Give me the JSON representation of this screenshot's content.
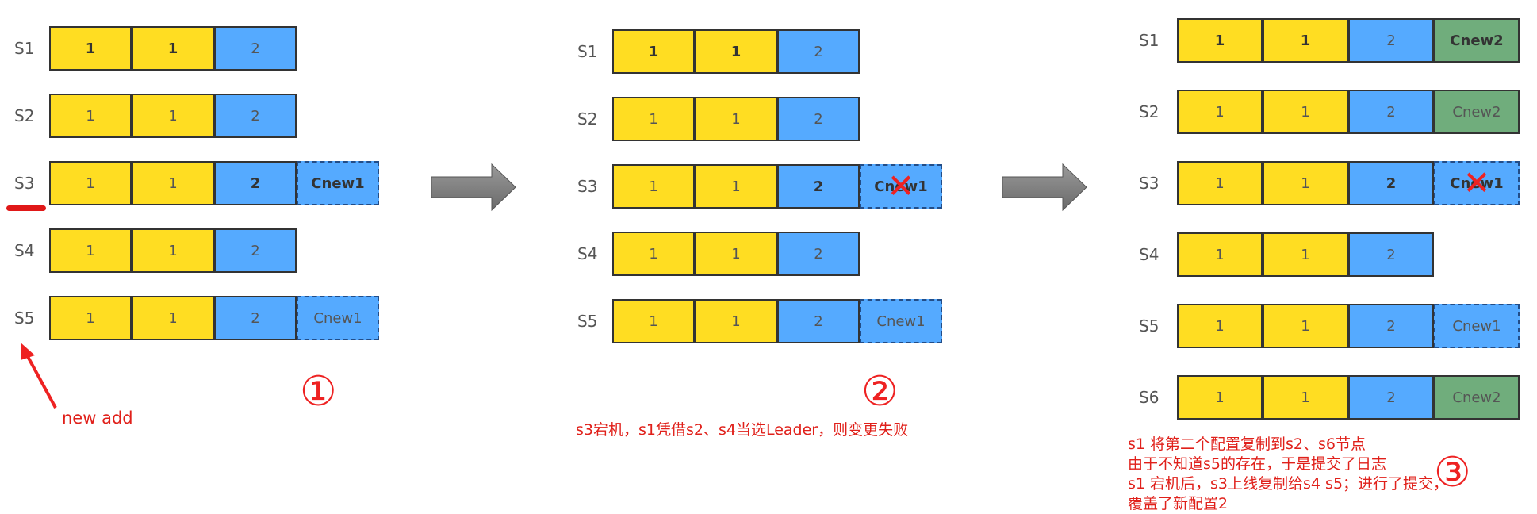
{
  "panel1": {
    "rows": [
      {
        "label": "S1",
        "cells": [
          {
            "text": "1",
            "color": "yellow",
            "bold": true
          },
          {
            "text": "1",
            "color": "yellow",
            "bold": true
          },
          {
            "text": "2",
            "color": "blue",
            "bold": false
          }
        ]
      },
      {
        "label": "S2",
        "cells": [
          {
            "text": "1",
            "color": "yellow",
            "bold": false
          },
          {
            "text": "1",
            "color": "yellow",
            "bold": false
          },
          {
            "text": "2",
            "color": "blue",
            "bold": false
          }
        ]
      },
      {
        "label": "S3",
        "cells": [
          {
            "text": "1",
            "color": "yellow",
            "bold": false
          },
          {
            "text": "1",
            "color": "yellow",
            "bold": false
          },
          {
            "text": "2",
            "color": "blue",
            "bold": true
          },
          {
            "text": "Cnew1",
            "color": "dashed",
            "bold": true
          }
        ]
      },
      {
        "label": "S4",
        "cells": [
          {
            "text": "1",
            "color": "yellow",
            "bold": false
          },
          {
            "text": "1",
            "color": "yellow",
            "bold": false
          },
          {
            "text": "2",
            "color": "blue",
            "bold": false
          }
        ]
      },
      {
        "label": "S5",
        "cells": [
          {
            "text": "1",
            "color": "yellow",
            "bold": false
          },
          {
            "text": "1",
            "color": "yellow",
            "bold": false
          },
          {
            "text": "2",
            "color": "blue",
            "bold": false
          },
          {
            "text": "Cnew1",
            "color": "dashed",
            "bold": false
          }
        ]
      }
    ],
    "number": "①",
    "annotation": "new add"
  },
  "panel2": {
    "rows": [
      {
        "label": "S1",
        "cells": [
          {
            "text": "1",
            "color": "yellow",
            "bold": true
          },
          {
            "text": "1",
            "color": "yellow",
            "bold": true
          },
          {
            "text": "2",
            "color": "blue",
            "bold": false
          }
        ]
      },
      {
        "label": "S2",
        "cells": [
          {
            "text": "1",
            "color": "yellow",
            "bold": false
          },
          {
            "text": "1",
            "color": "yellow",
            "bold": false
          },
          {
            "text": "2",
            "color": "blue",
            "bold": false
          }
        ]
      },
      {
        "label": "S3",
        "cells": [
          {
            "text": "1",
            "color": "yellow",
            "bold": false
          },
          {
            "text": "1",
            "color": "yellow",
            "bold": false
          },
          {
            "text": "2",
            "color": "blue",
            "bold": true
          },
          {
            "text": "Cnew1",
            "color": "dashed",
            "bold": true,
            "crossed": true
          }
        ]
      },
      {
        "label": "S4",
        "cells": [
          {
            "text": "1",
            "color": "yellow",
            "bold": false
          },
          {
            "text": "1",
            "color": "yellow",
            "bold": false
          },
          {
            "text": "2",
            "color": "blue",
            "bold": false
          }
        ]
      },
      {
        "label": "S5",
        "cells": [
          {
            "text": "1",
            "color": "yellow",
            "bold": false
          },
          {
            "text": "1",
            "color": "yellow",
            "bold": false
          },
          {
            "text": "2",
            "color": "blue",
            "bold": false
          },
          {
            "text": "Cnew1",
            "color": "dashed",
            "bold": false
          }
        ]
      }
    ],
    "number": "②",
    "caption": "s3宕机，s1凭借s2、s4当选Leader，则变更失败"
  },
  "panel3": {
    "rows": [
      {
        "label": "S1",
        "cells": [
          {
            "text": "1",
            "color": "yellow",
            "bold": true
          },
          {
            "text": "1",
            "color": "yellow",
            "bold": true
          },
          {
            "text": "2",
            "color": "blue",
            "bold": false
          },
          {
            "text": "Cnew2",
            "color": "green",
            "bold": true
          }
        ]
      },
      {
        "label": "S2",
        "cells": [
          {
            "text": "1",
            "color": "yellow",
            "bold": false
          },
          {
            "text": "1",
            "color": "yellow",
            "bold": false
          },
          {
            "text": "2",
            "color": "blue",
            "bold": false
          },
          {
            "text": "Cnew2",
            "color": "green",
            "bold": false
          }
        ]
      },
      {
        "label": "S3",
        "cells": [
          {
            "text": "1",
            "color": "yellow",
            "bold": false
          },
          {
            "text": "1",
            "color": "yellow",
            "bold": false
          },
          {
            "text": "2",
            "color": "blue",
            "bold": true
          },
          {
            "text": "Cnew1",
            "color": "dashed",
            "bold": true,
            "crossed": true
          }
        ]
      },
      {
        "label": "S4",
        "cells": [
          {
            "text": "1",
            "color": "yellow",
            "bold": false
          },
          {
            "text": "1",
            "color": "yellow",
            "bold": false
          },
          {
            "text": "2",
            "color": "blue",
            "bold": false
          }
        ]
      },
      {
        "label": "S5",
        "cells": [
          {
            "text": "1",
            "color": "yellow",
            "bold": false
          },
          {
            "text": "1",
            "color": "yellow",
            "bold": false
          },
          {
            "text": "2",
            "color": "blue",
            "bold": false
          },
          {
            "text": "Cnew1",
            "color": "dashed",
            "bold": false
          }
        ]
      },
      {
        "label": "S6",
        "cells": [
          {
            "text": "1",
            "color": "yellow",
            "bold": false
          },
          {
            "text": "1",
            "color": "yellow",
            "bold": false
          },
          {
            "text": "2",
            "color": "blue",
            "bold": false
          },
          {
            "text": "Cnew2",
            "color": "green",
            "bold": false
          }
        ]
      }
    ],
    "number": "③",
    "notes": [
      "s1 将第二个配置复制到s2、s6节点",
      "由于不知道s5的存在，于是提交了日志",
      "s1 宕机后，s3上线复制给s4 s5；进行了提交，",
      "覆盖了新配置2"
    ]
  },
  "colors": {
    "yellow": "#ffdd22",
    "blue": "#55aaff",
    "green": "#70ad7c",
    "accent": "#ee2222",
    "arrow": "#7f7f7f"
  },
  "icons": {
    "flow_arrow": "right-block-arrow-icon",
    "cross": "red-x-icon",
    "pointer": "red-pointer-arrow-icon"
  }
}
